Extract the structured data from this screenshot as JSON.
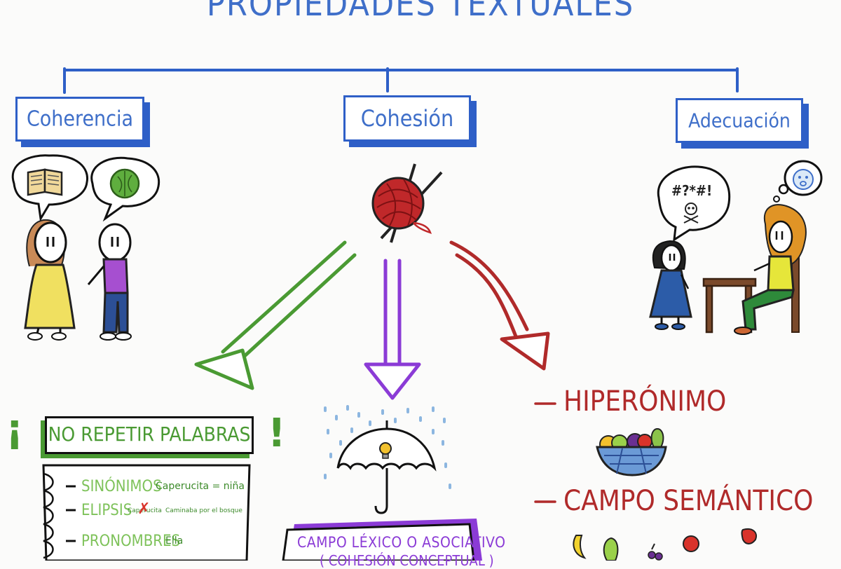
{
  "title": "PROPIEDADES TEXTUALES",
  "categories": {
    "coherencia": "Coherencia",
    "cohesion": "Cohesión",
    "adecuacion": "Adecuación"
  },
  "speech_symbols": "#?*#!",
  "repetition": {
    "open_mark": "¡",
    "heading": "No repetir palabras",
    "close_mark": "!",
    "items": [
      {
        "term": "Sinónimos",
        "example": "Caperucita = niña"
      },
      {
        "term": "Elipsis",
        "example_struck": "Caperucita",
        "example": "Caminaba por el bosque"
      },
      {
        "term": "Pronombres",
        "example": "Ella"
      }
    ]
  },
  "lexical": {
    "line1": "Campo Léxico o Asociativo",
    "line2": "( Cohesión conceptual )"
  },
  "semantic": {
    "hiperonimo": "Hiperónimo",
    "campo_semantico": "Campo semántico"
  },
  "colors": {
    "blue": "#2e5fc7",
    "green": "#4a9a33",
    "purple": "#8b3bd6",
    "red": "#b02a2a"
  }
}
